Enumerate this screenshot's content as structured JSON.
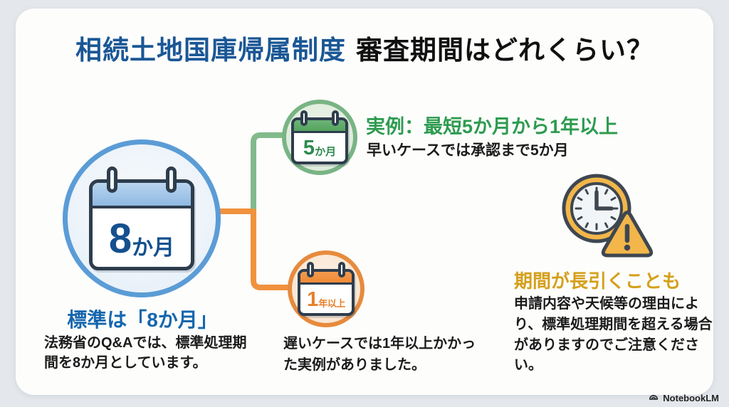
{
  "title": {
    "highlight": "相続土地国庫帰属制度",
    "rest": "審査期間はどれくらい？"
  },
  "standard": {
    "calendar_value": "8",
    "calendar_unit": "か月",
    "heading": "標準は「8か月」",
    "body": "法務省のQ&Aでは、標準処理期間を8か月としています。"
  },
  "fast_case": {
    "calendar_value": "5",
    "calendar_unit": "か月",
    "heading": "実例：最短5か月から1年以上",
    "body": "早いケースでは承認まで5か月"
  },
  "slow_case": {
    "calendar_value": "1",
    "calendar_unit": "年以上",
    "body": "遅いケースでは1年以上かかった実例がありました。"
  },
  "caution": {
    "heading": "期間が長引くことも",
    "body": "申請内容や天候等の理由により、標準処理期間を超える場合がありますのでご注意ください。"
  },
  "brand": {
    "name": "NotebookLM"
  },
  "colors": {
    "title_blue": "#1a5795",
    "standard_blue": "#1566ae",
    "case_green": "#2e9b50",
    "case_orange": "#e77f28",
    "caution_amber": "#d4a01b",
    "connector_green": "#82ba8c",
    "connector_orange": "#f0923e",
    "clock_amber": "#f2b64a",
    "outline_slate": "#2e3d4d",
    "card_background": "#fdfdfc",
    "page_background": "#e4e8ec"
  }
}
